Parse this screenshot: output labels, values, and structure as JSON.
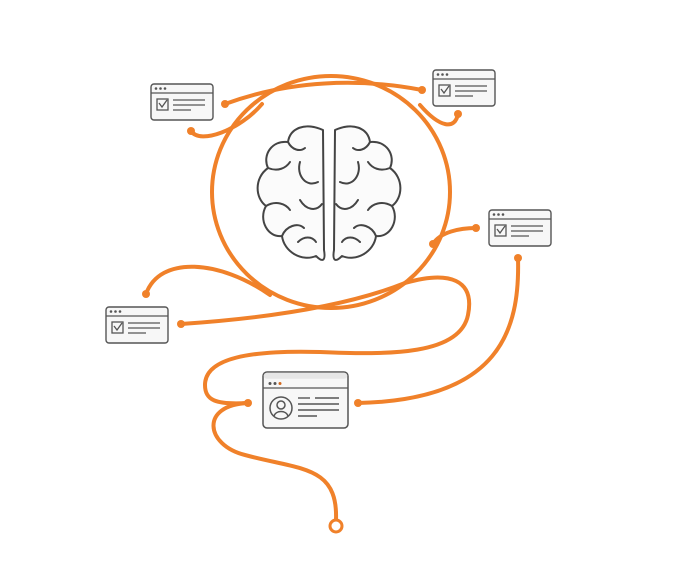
{
  "colors": {
    "accent": "#f0812a",
    "stroke": "#555555",
    "window_fill": "#f7f7f7",
    "background": "#ffffff"
  },
  "diagram": {
    "center_icon": "brain-icon",
    "nodes": [
      {
        "id": "task-window-1",
        "icon": "checkbox-icon"
      },
      {
        "id": "task-window-2",
        "icon": "checkbox-icon"
      },
      {
        "id": "task-window-3",
        "icon": "checkbox-icon"
      },
      {
        "id": "task-window-4",
        "icon": "checkbox-icon"
      },
      {
        "id": "profile-window",
        "icon": "user-icon"
      }
    ]
  }
}
